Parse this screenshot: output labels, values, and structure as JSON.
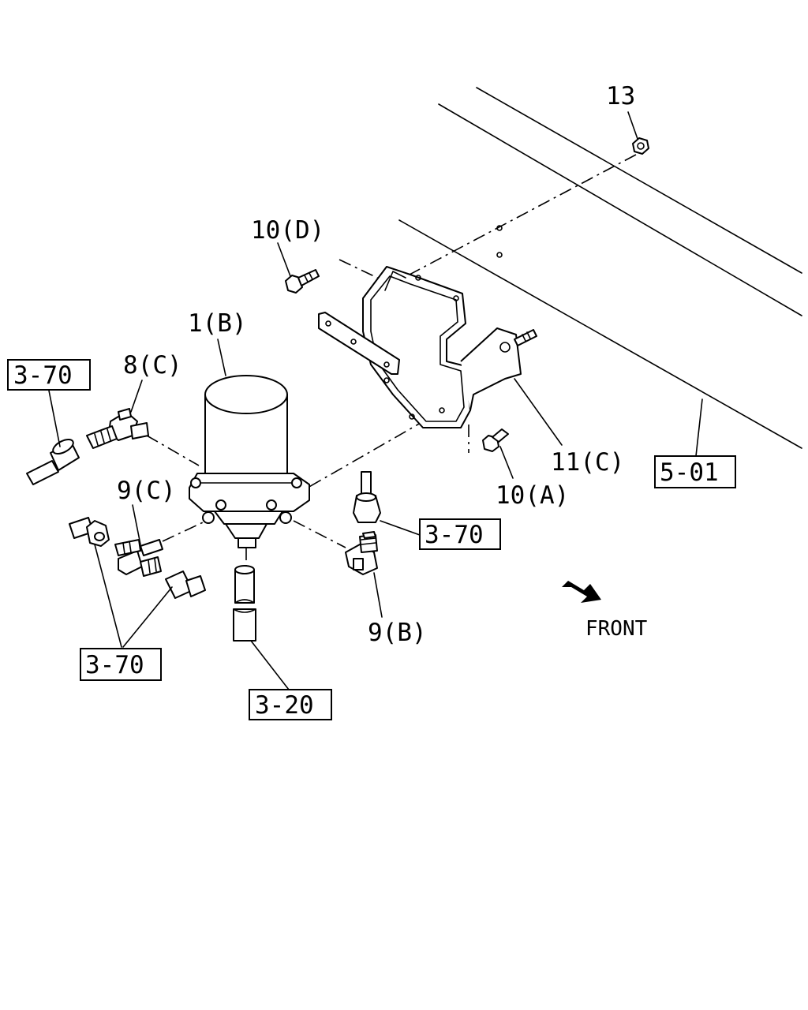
{
  "diagram": {
    "part_labels": {
      "p13": "13",
      "p10d": "10(D)",
      "p1b": "1(B)",
      "p8c": "8(C)",
      "p9c": "9(C)",
      "p11c": "11(C)",
      "p10a": "10(A)",
      "p9b": "9(B)"
    },
    "ref_boxes": {
      "ref_3_70_left": "3-70",
      "ref_3_70_mid": "3-70",
      "ref_3_70_bottom": "3-70",
      "ref_3_20": "3-20",
      "ref_5_01": "5-01"
    },
    "direction_label": "FRONT",
    "icons": {
      "direction_arrow": "front-arrow-icon"
    }
  }
}
